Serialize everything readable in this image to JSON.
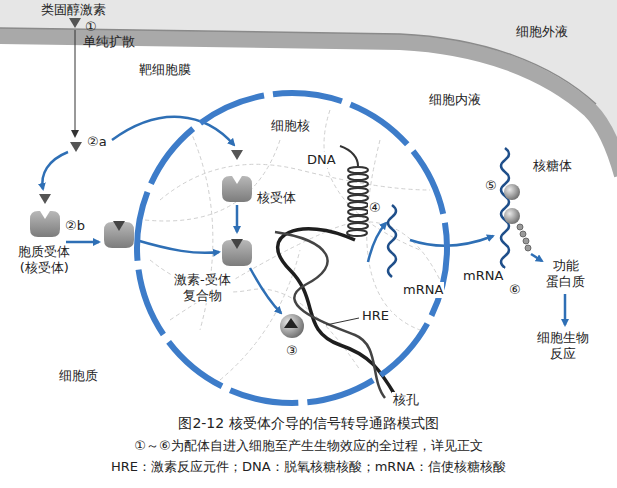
{
  "diagram": {
    "caption": "图2-12 核受体介导的信号转导通路模式图",
    "nodes": [
      {
        "text": [
          "细胞核"
        ]
      }
    ],
    "labels": [
      "类固醇激素",
      "①",
      "单纯扩散",
      "细胞外液",
      "靶细胞膜",
      "细胞内液",
      "②a",
      "DNA",
      "核糖体",
      "核受体",
      "④",
      "⑤",
      "②b",
      "胞质受体 (核受体)",
      "mRNA",
      "mRNA",
      "激素-受体 复合物",
      "③",
      "HRE",
      "⑥",
      "功能 蛋白质",
      "细胞生物 反应",
      "细胞质",
      "核孔",
      "①～⑥为配体自进入细胞至产生生物效应的全过程，详见正文",
      "HRE：激素反应元件；DNA：脱氧核糖核酸；mRNA：信使核糖核酸"
    ]
  }
}
